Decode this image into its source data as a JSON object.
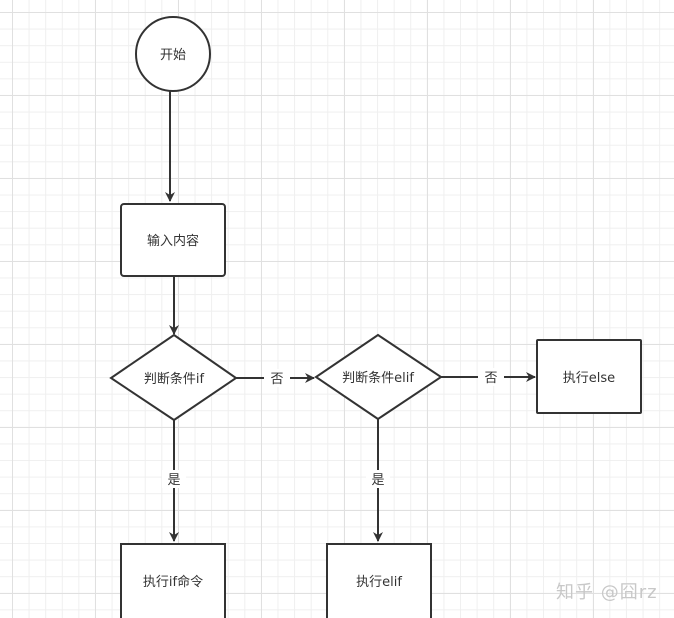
{
  "nodes": {
    "start": "开始",
    "input": "输入内容",
    "cond_if": "判断条件if",
    "cond_elif": "判断条件elif",
    "exec_else": "执行else",
    "exec_if": "执行if命令",
    "exec_elif": "执行elif"
  },
  "edges": {
    "if_no": "否",
    "elif_no": "否",
    "if_yes": "是",
    "elif_yes": "是"
  },
  "watermark": "知乎 @囧rz"
}
